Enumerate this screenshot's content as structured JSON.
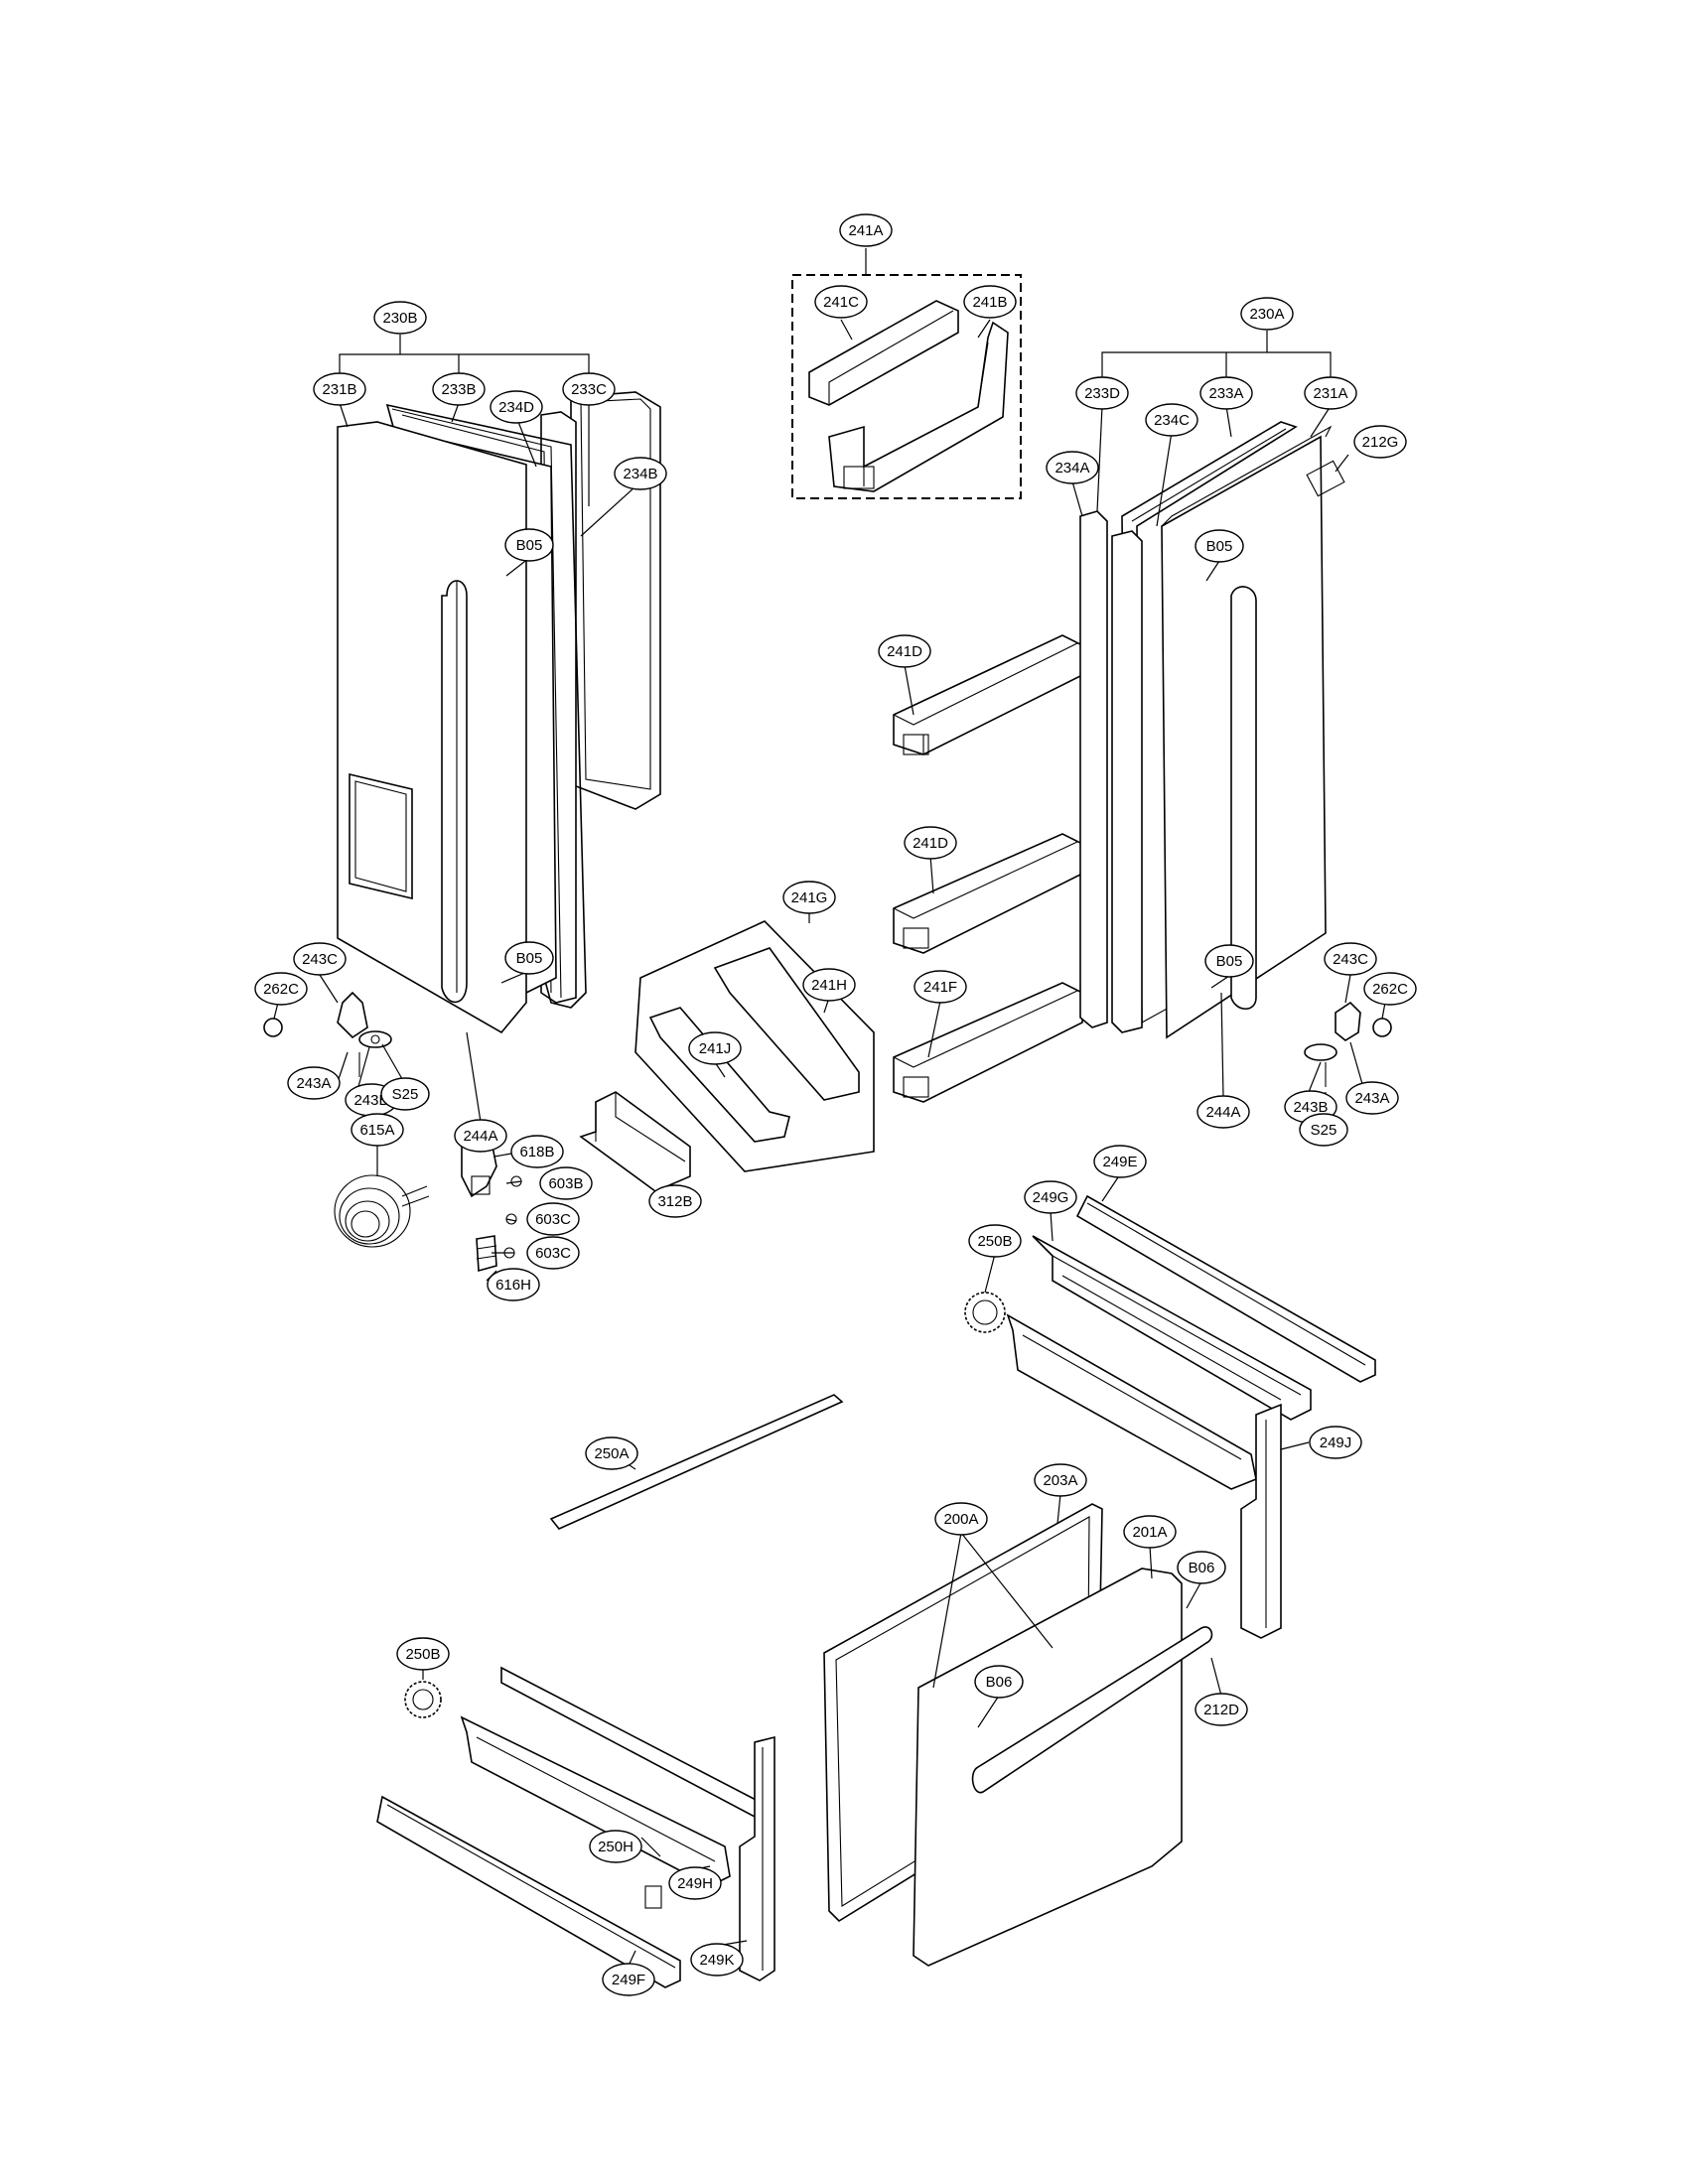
{
  "colors": {
    "line": "#000000",
    "background": "#ffffff"
  },
  "labels": [
    {
      "id": "241A",
      "text": "241A"
    },
    {
      "id": "241C",
      "text": "241C"
    },
    {
      "id": "241B",
      "text": "241B"
    },
    {
      "id": "230B",
      "text": "230B"
    },
    {
      "id": "231B",
      "text": "231B"
    },
    {
      "id": "233B",
      "text": "233B"
    },
    {
      "id": "234D",
      "text": "234D"
    },
    {
      "id": "233C",
      "text": "233C"
    },
    {
      "id": "234B",
      "text": "234B"
    },
    {
      "id": "B05-1",
      "text": "B05"
    },
    {
      "id": "B05-2",
      "text": "B05"
    },
    {
      "id": "243C-L",
      "text": "243C"
    },
    {
      "id": "262C-L",
      "text": "262C"
    },
    {
      "id": "243A-L",
      "text": "243A"
    },
    {
      "id": "243B-L",
      "text": "243B"
    },
    {
      "id": "S25-L",
      "text": "S25"
    },
    {
      "id": "244A-L",
      "text": "244A"
    },
    {
      "id": "615A",
      "text": "615A"
    },
    {
      "id": "618B",
      "text": "618B"
    },
    {
      "id": "603B",
      "text": "603B"
    },
    {
      "id": "603C-1",
      "text": "603C"
    },
    {
      "id": "603C-2",
      "text": "603C"
    },
    {
      "id": "616H",
      "text": "616H"
    },
    {
      "id": "312B",
      "text": "312B"
    },
    {
      "id": "241G",
      "text": "241G"
    },
    {
      "id": "241H",
      "text": "241H"
    },
    {
      "id": "241J",
      "text": "241J"
    },
    {
      "id": "241D-1",
      "text": "241D"
    },
    {
      "id": "241D-2",
      "text": "241D"
    },
    {
      "id": "241F",
      "text": "241F"
    },
    {
      "id": "230A",
      "text": "230A"
    },
    {
      "id": "233D",
      "text": "233D"
    },
    {
      "id": "233A",
      "text": "233A"
    },
    {
      "id": "231A",
      "text": "231A"
    },
    {
      "id": "234C",
      "text": "234C"
    },
    {
      "id": "212G",
      "text": "212G"
    },
    {
      "id": "234A",
      "text": "234A"
    },
    {
      "id": "B05-3",
      "text": "B05"
    },
    {
      "id": "B05-4",
      "text": "B05"
    },
    {
      "id": "243C-R",
      "text": "243C"
    },
    {
      "id": "262C-R",
      "text": "262C"
    },
    {
      "id": "243A-R",
      "text": "243A"
    },
    {
      "id": "243B-R",
      "text": "243B"
    },
    {
      "id": "S25-R",
      "text": "S25"
    },
    {
      "id": "244A-R",
      "text": "244A"
    },
    {
      "id": "249E",
      "text": "249E"
    },
    {
      "id": "249G",
      "text": "249G"
    },
    {
      "id": "250B-1",
      "text": "250B"
    },
    {
      "id": "249J",
      "text": "249J"
    },
    {
      "id": "250A",
      "text": "250A"
    },
    {
      "id": "200A",
      "text": "200A"
    },
    {
      "id": "203A",
      "text": "203A"
    },
    {
      "id": "201A",
      "text": "201A"
    },
    {
      "id": "B06-1",
      "text": "B06"
    },
    {
      "id": "B06-2",
      "text": "B06"
    },
    {
      "id": "212D",
      "text": "212D"
    },
    {
      "id": "250B-2",
      "text": "250B"
    },
    {
      "id": "250H",
      "text": "250H"
    },
    {
      "id": "249H",
      "text": "249H"
    },
    {
      "id": "249K",
      "text": "249K"
    },
    {
      "id": "249F",
      "text": "249F"
    }
  ]
}
